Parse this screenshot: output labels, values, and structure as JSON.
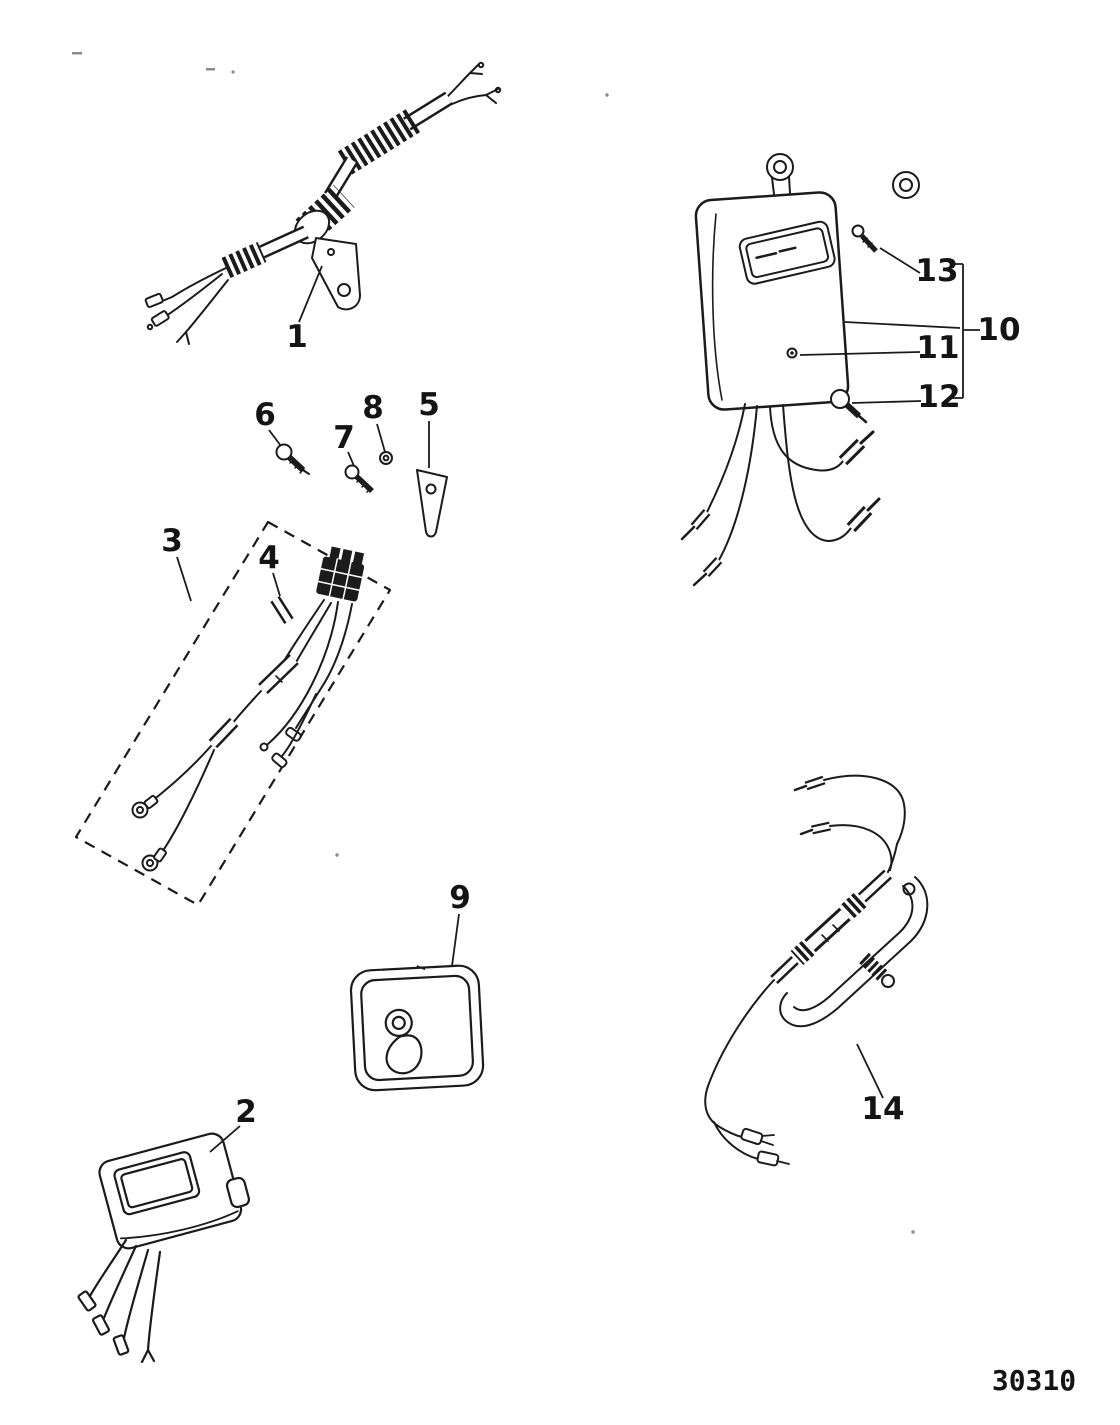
{
  "page": {
    "background": "#ffffff",
    "ink_color": "#1b1b1b",
    "drawing_number": "30310"
  },
  "diagram": {
    "callouts": [
      {
        "label": "1"
      },
      {
        "label": "2"
      },
      {
        "label": "3"
      },
      {
        "label": "4"
      },
      {
        "label": "5"
      },
      {
        "label": "6"
      },
      {
        "label": "7"
      },
      {
        "label": "8"
      },
      {
        "label": "9"
      },
      {
        "label": "10"
      },
      {
        "label": "11"
      },
      {
        "label": "12"
      },
      {
        "label": "13"
      },
      {
        "label": "14"
      }
    ]
  }
}
